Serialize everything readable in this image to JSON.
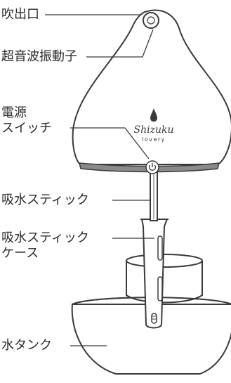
{
  "labels": {
    "mist_outlet": "吹出口",
    "ultrasonic": "超音波振動子",
    "power_switch_line1": "電源",
    "power_switch_line2": "スイッチ",
    "suction_stick": "吸水スティック",
    "stick_case_line1": "吸水スティック",
    "stick_case_line2": "ケース",
    "water_tank": "水タンク"
  },
  "logo": {
    "brand": "Shizuku",
    "sub": "lovery"
  },
  "colors": {
    "stroke": "#3a3a3a",
    "band": "#8a8a8a",
    "text": "#2b2b2b"
  }
}
